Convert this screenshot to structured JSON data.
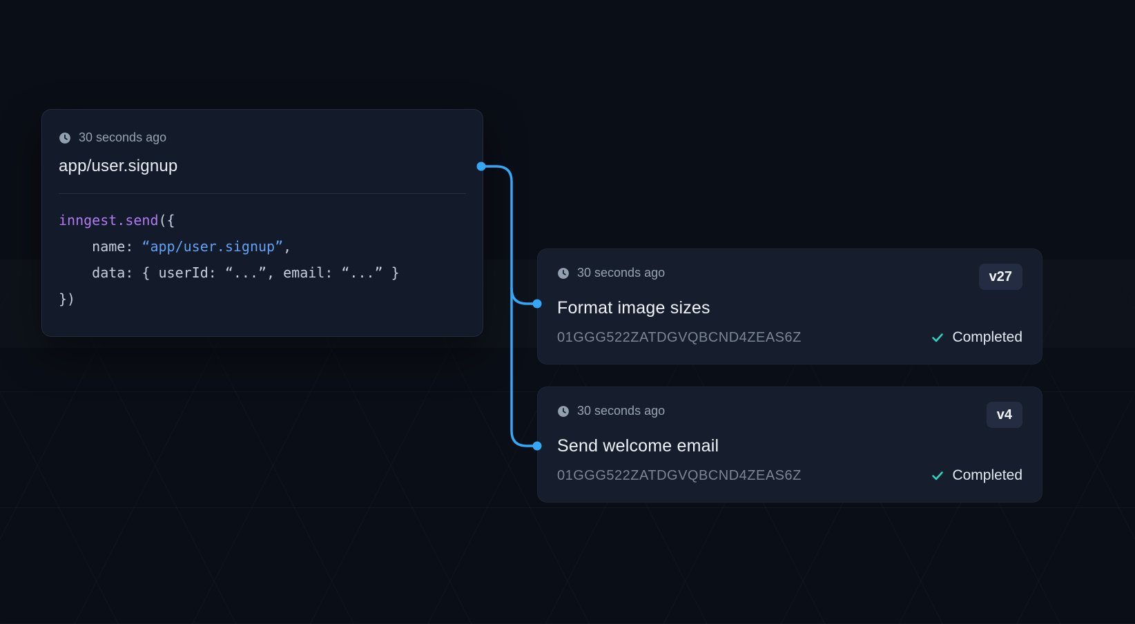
{
  "colors": {
    "connector_blue": "#35a7f7",
    "keyword_purple": "#b07cf0",
    "string_blue": "#61a2f7",
    "check_teal": "#2dd4bf",
    "card_background": "#161d2c",
    "page_background": "#0a0e16"
  },
  "icons": {
    "clock": "clock-icon",
    "check": "check-icon"
  },
  "event_card": {
    "timestamp": "30 seconds ago",
    "title": "app/user.signup",
    "code": {
      "l1_fn": "inngest.send",
      "l1_open": "({",
      "l2_plain": "    name: ",
      "l2_string": "“app/user.signup”",
      "l2_end": ",",
      "l3": "    data: { userId: “...”, email: “...” }",
      "l4": "})"
    }
  },
  "function_cards": [
    {
      "timestamp": "30 seconds ago",
      "version": "v27",
      "title": "Format image sizes",
      "run_id": "01GGG522ZATDGVQBCND4ZEAS6Z",
      "status": "Completed"
    },
    {
      "timestamp": "30 seconds ago",
      "version": "v4",
      "title": "Send welcome email",
      "run_id": "01GGG522ZATDGVQBCND4ZEAS6Z",
      "status": "Completed"
    }
  ]
}
